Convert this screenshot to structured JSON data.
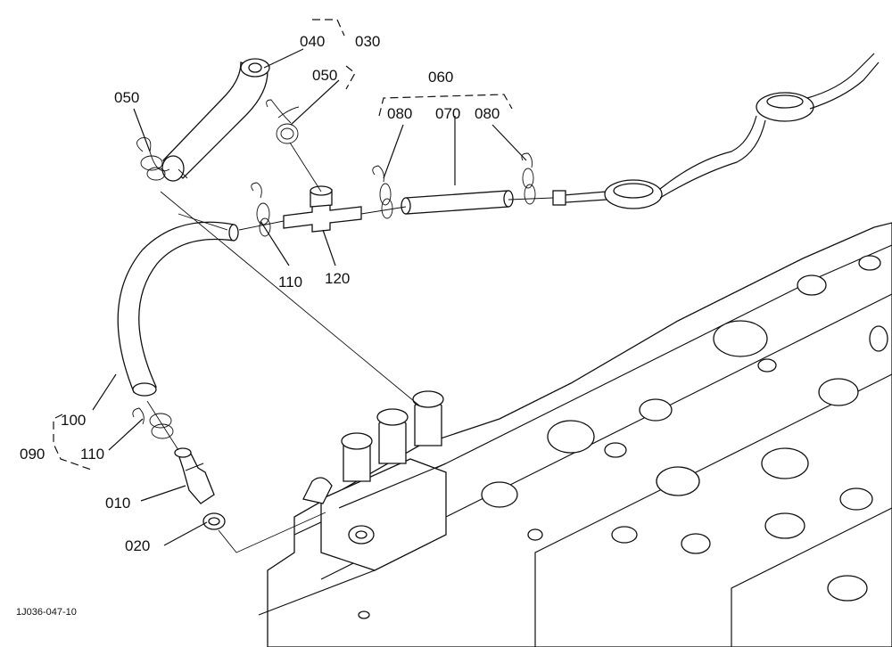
{
  "labels": {
    "p010": "010",
    "p020": "020",
    "p030": "030",
    "p040": "040",
    "p050a": "050",
    "p050b": "050",
    "p060": "060",
    "p070": "070",
    "p080a": "080",
    "p080b": "080",
    "p090": "090",
    "p100": "100",
    "p110a": "110",
    "p110b": "110",
    "p120": "120"
  },
  "drawing_code": "1J036-047-10"
}
